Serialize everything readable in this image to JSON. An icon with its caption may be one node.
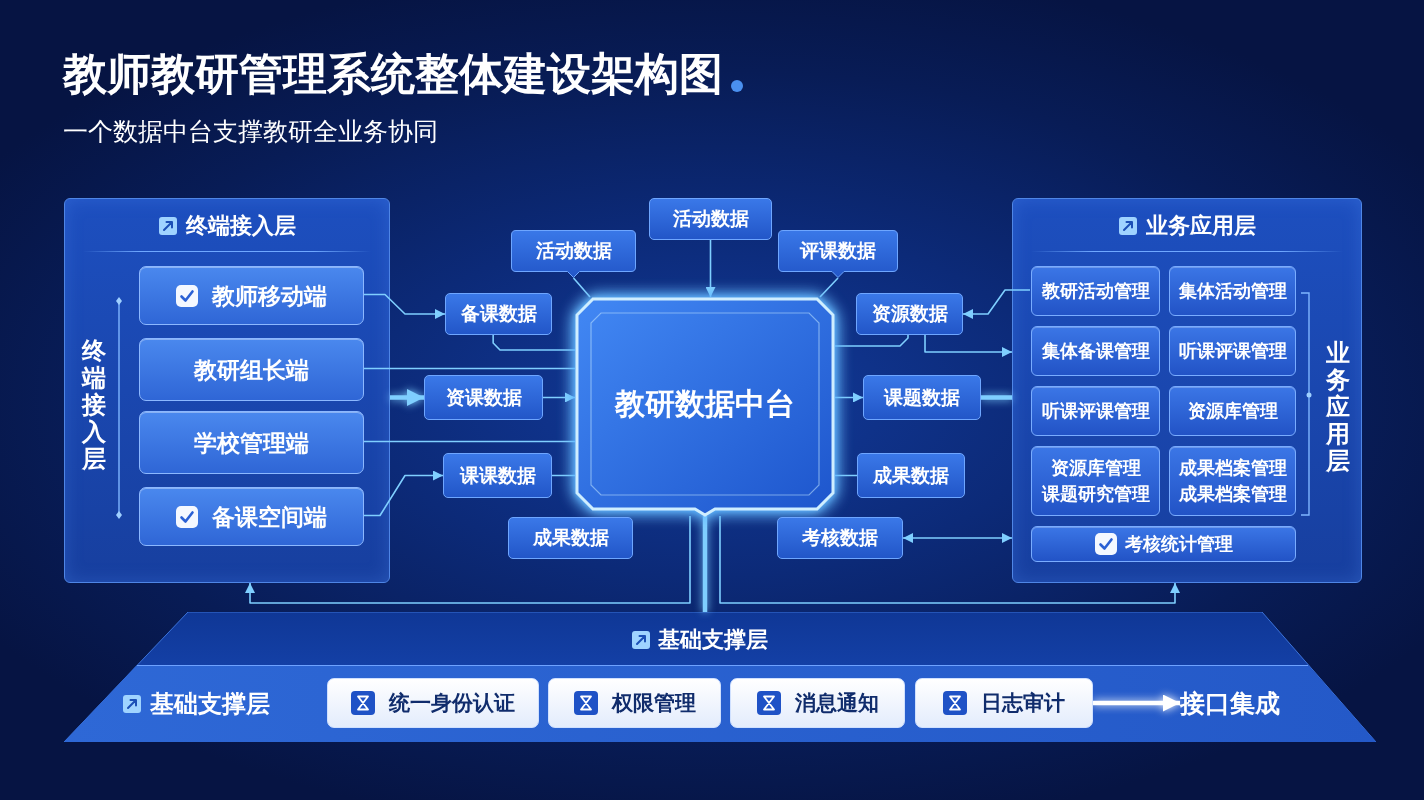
{
  "diagram": {
    "title": "教师教研管理系统整体建设架构图",
    "nodes": [
      {
        "text": [
          "终端接入层",
          "终端接入层"
        ]
      },
      {
        "text": [
          "教师移动端"
        ],
        "in": 0
      },
      {
        "text": [
          "教研组长端"
        ],
        "in": 0
      },
      {
        "text": [
          "学校管理端"
        ],
        "in": 0
      },
      {
        "text": [
          "备课空间端"
        ],
        "in": 0
      },
      {
        "text": [
          "活动数据"
        ]
      },
      {
        "text": [
          "活动数据"
        ]
      },
      {
        "text": [
          "评课数据"
        ]
      },
      {
        "text": [
          "备课数据"
        ]
      },
      {
        "text": [
          "资源数据"
        ]
      },
      {
        "text": [
          "资课数据"
        ]
      },
      {
        "text": [
          "教研数据中台"
        ]
      },
      {
        "text": [
          "课题数据"
        ]
      },
      {
        "text": [
          "课课数据"
        ]
      },
      {
        "text": [
          "成果数据"
        ]
      },
      {
        "text": [
          "成果数据"
        ]
      },
      {
        "text": [
          "考核数据"
        ]
      },
      {
        "text": [
          "业务应用层",
          "业务应用层"
        ]
      },
      {
        "text": [
          "教研活动管理"
        ],
        "in": 17
      },
      {
        "text": [
          "集体活动管理"
        ],
        "in": 17
      },
      {
        "text": [
          "集体备课管理"
        ],
        "in": 17
      },
      {
        "text": [
          "听课评课管理"
        ],
        "in": 17
      },
      {
        "text": [
          "听课评课管理"
        ],
        "in": 17
      },
      {
        "text": [
          "资源库管理"
        ],
        "in": 17
      },
      {
        "text": [
          "资源库管理",
          "课题研究管理"
        ],
        "in": 17
      },
      {
        "text": [
          "成果档案管理",
          "成果档案管理"
        ],
        "in": 17
      },
      {
        "text": [
          "考核统计管理"
        ],
        "in": 17
      },
      {
        "text": [
          "基础支撑层"
        ]
      },
      {
        "text": [
          "基础支撑层"
        ],
        "in": 27
      },
      {
        "text": [
          "统一身份认证"
        ],
        "in": 28
      },
      {
        "text": [
          "权限管理"
        ],
        "in": 28
      },
      {
        "text": [
          "消息通知"
        ],
        "in": 28
      },
      {
        "text": [
          "日志审计"
        ],
        "in": 28
      },
      {
        "text": [
          "接口集成"
        ],
        "in": 28
      }
    ],
    "edges": [
      {
        "from": 1,
        "to": 8,
        "arrow": "to"
      },
      {
        "from": 4,
        "to": 13,
        "arrow": "to"
      },
      {
        "from": 0,
        "to": 10,
        "arrow": "to",
        "style": "thick"
      },
      {
        "from": 10,
        "to": 11,
        "arrow": "to"
      },
      {
        "from": 5,
        "to": 11,
        "arrow": "to"
      },
      {
        "from": 11,
        "to": 12,
        "arrow": "to"
      },
      {
        "from": 12,
        "to": 17,
        "arrow": "none",
        "style": "thick"
      },
      {
        "from": 18,
        "to": 9,
        "arrow": "to"
      },
      {
        "from": 9,
        "to": 17,
        "arrow": "to"
      },
      {
        "from": 16,
        "to": 17,
        "arrow": "both"
      },
      {
        "from": 11,
        "to": 27,
        "arrow": "none",
        "style": "thick"
      },
      {
        "from": 11,
        "to": 0,
        "arrow": "to"
      },
      {
        "from": 11,
        "to": 17,
        "arrow": "to"
      },
      {
        "from": 6,
        "to": 11,
        "arrow": "none"
      },
      {
        "from": 7,
        "to": 11,
        "arrow": "none"
      },
      {
        "from": 8,
        "to": 11,
        "arrow": "none"
      },
      {
        "from": 2,
        "to": 11,
        "arrow": "none"
      },
      {
        "from": 3,
        "to": 11,
        "arrow": "none"
      },
      {
        "from": 13,
        "to": 11,
        "arrow": "none"
      },
      {
        "from": 11,
        "to": 9,
        "arrow": "none"
      },
      {
        "from": 11,
        "to": 14,
        "arrow": "none"
      },
      {
        "from": 32,
        "to": 33,
        "arrow": "to",
        "style": "thick",
        "color": "#ffffff"
      }
    ],
    "labels": [
      "一个数据中台支撑教研全业务协同"
    ]
  }
}
